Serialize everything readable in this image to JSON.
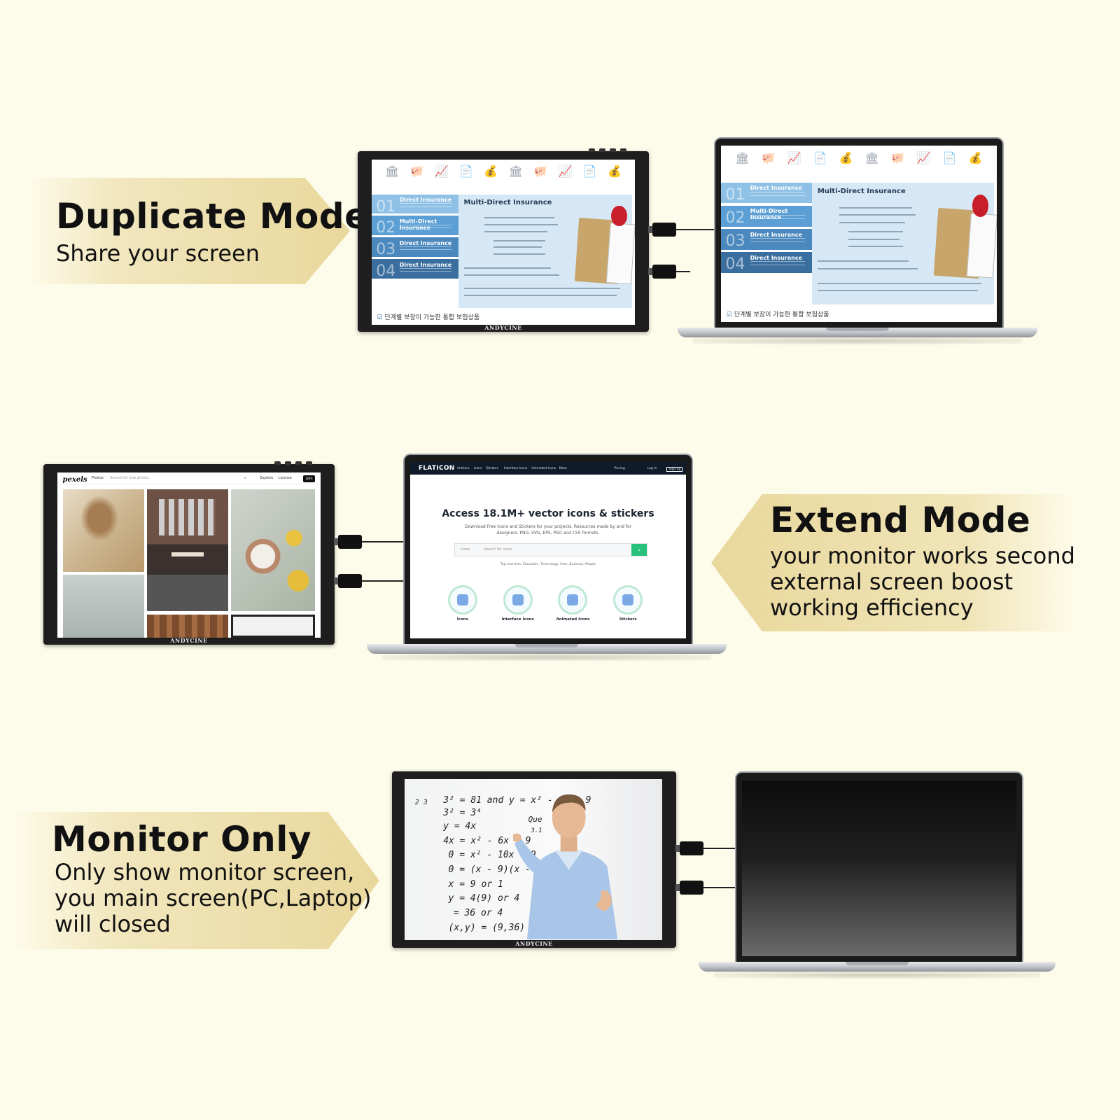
{
  "modes": [
    {
      "title": "Duplicate Mode",
      "subtitle": [
        "Share your screen"
      ]
    },
    {
      "title": "Extend Mode",
      "subtitle": [
        "your monitor works second",
        "external screen boost",
        "working efficiency"
      ]
    },
    {
      "title": "Monitor Only",
      "subtitle": [
        "Only show monitor screen,",
        "you main screen(PC,Laptop)",
        "will closed"
      ]
    }
  ],
  "device_brand": "ANDYCINE",
  "insurance_slide": {
    "menu": [
      {
        "num": "01",
        "label": "Direct Insurance"
      },
      {
        "num": "02",
        "label": "Multi-Direct Insurance"
      },
      {
        "num": "03",
        "label": "Direct Insurance"
      },
      {
        "num": "04",
        "label": "Direct Insurance"
      }
    ],
    "panel_title": "Multi-Direct Insurance",
    "footer": "단계별 보장이 가능한 통합 보험상품"
  },
  "pexels": {
    "logo": "pexels",
    "search_label": "Photos",
    "search_placeholder": "Search for free photos",
    "nav": [
      "Explore",
      "License"
    ],
    "join": "Join"
  },
  "flaticon": {
    "brand": "FLATICON",
    "nav": [
      "Authors",
      "Icons",
      "Stickers",
      "Interface Icons",
      "Animated Icons",
      "More"
    ],
    "right_nav": [
      "Pricing",
      "Log in",
      "Sign up"
    ],
    "headline": "Access 18.1M+ vector icons & stickers",
    "description": "Download Free Icons and Stickers for your projects. Resources made by and for designers. PNG, SVG, EPS, PSD and CSS formats.",
    "search_scope": "Icons",
    "search_placeholder": "Search for icons",
    "trending": "Top searches: Education, Technology, User, Business, People",
    "categories": [
      "Icons",
      "Interface Icons",
      "Animated Icons",
      "Stickers"
    ]
  },
  "whiteboard": {
    "equations": [
      "2 3",
      "3² = 81    and  y = x² - 6x + 9",
      "3² = 3⁴",
      "y = 4x",
      "4x = x² - 6x + 9",
      "0 = x² - 10x + 9",
      "0 = (x - 9)(x - 1)",
      "x = 9   or   1",
      "y = 4(9)  or  4",
      "= 36   or   4",
      "(x,y) = (9,36)  or  (1,4)",
      "Que",
      "3.1"
    ]
  },
  "colors": {
    "background": "#fdfbe9",
    "banner_gold": "#e9d89c",
    "insurance_blue": "#5b9fd4",
    "insurance_dark": "#3a6e9e",
    "flaticon_green": "#27c17c"
  }
}
